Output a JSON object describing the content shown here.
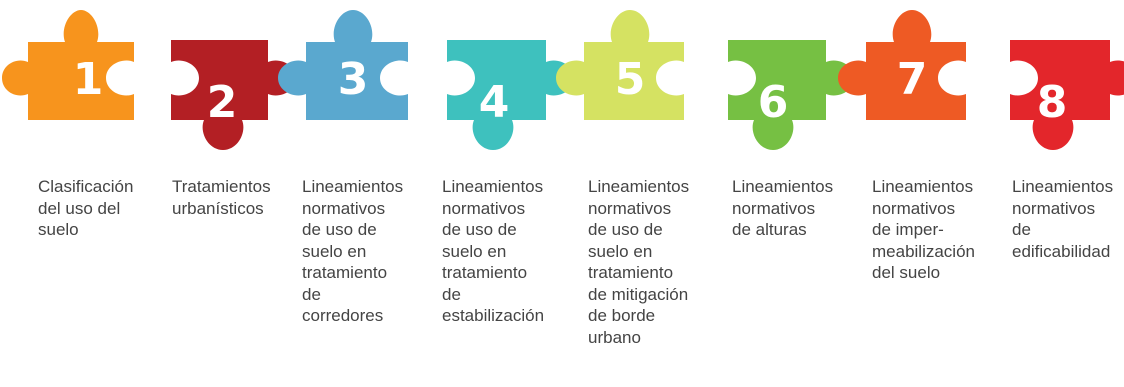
{
  "steps": [
    {
      "number": "1",
      "color": "#F7941D",
      "label": "Clasificación\ndel uso del\nsuelo"
    },
    {
      "number": "2",
      "color": "#B31F24",
      "label": "Tratamientos\nurbanísticos"
    },
    {
      "number": "3",
      "color": "#5AA8CF",
      "label": "Lineamientos\nnormativos\nde uso de\nsuelo en\ntratamiento\nde\ncorredores"
    },
    {
      "number": "4",
      "color": "#3EC1BE",
      "label": "Lineamientos\nnormativos\nde uso de\nsuelo en\ntratamiento\nde\nestabilización"
    },
    {
      "number": "5",
      "color": "#D5E262",
      "label": "Lineamientos\nnormativos\nde uso de\nsuelo en\ntratamiento\nde mitigación\nde borde\nurbano"
    },
    {
      "number": "6",
      "color": "#76C043",
      "label": "Lineamientos\nnormativos\nde alturas"
    },
    {
      "number": "7",
      "color": "#EE5A24",
      "label": "Lineamientos\nnormativos\nde imper-\nmeabilización\ndel suelo"
    },
    {
      "number": "8",
      "color": "#E3262B",
      "label": "Lineamientos\nnormativos\nde\nedificabilidad"
    }
  ]
}
